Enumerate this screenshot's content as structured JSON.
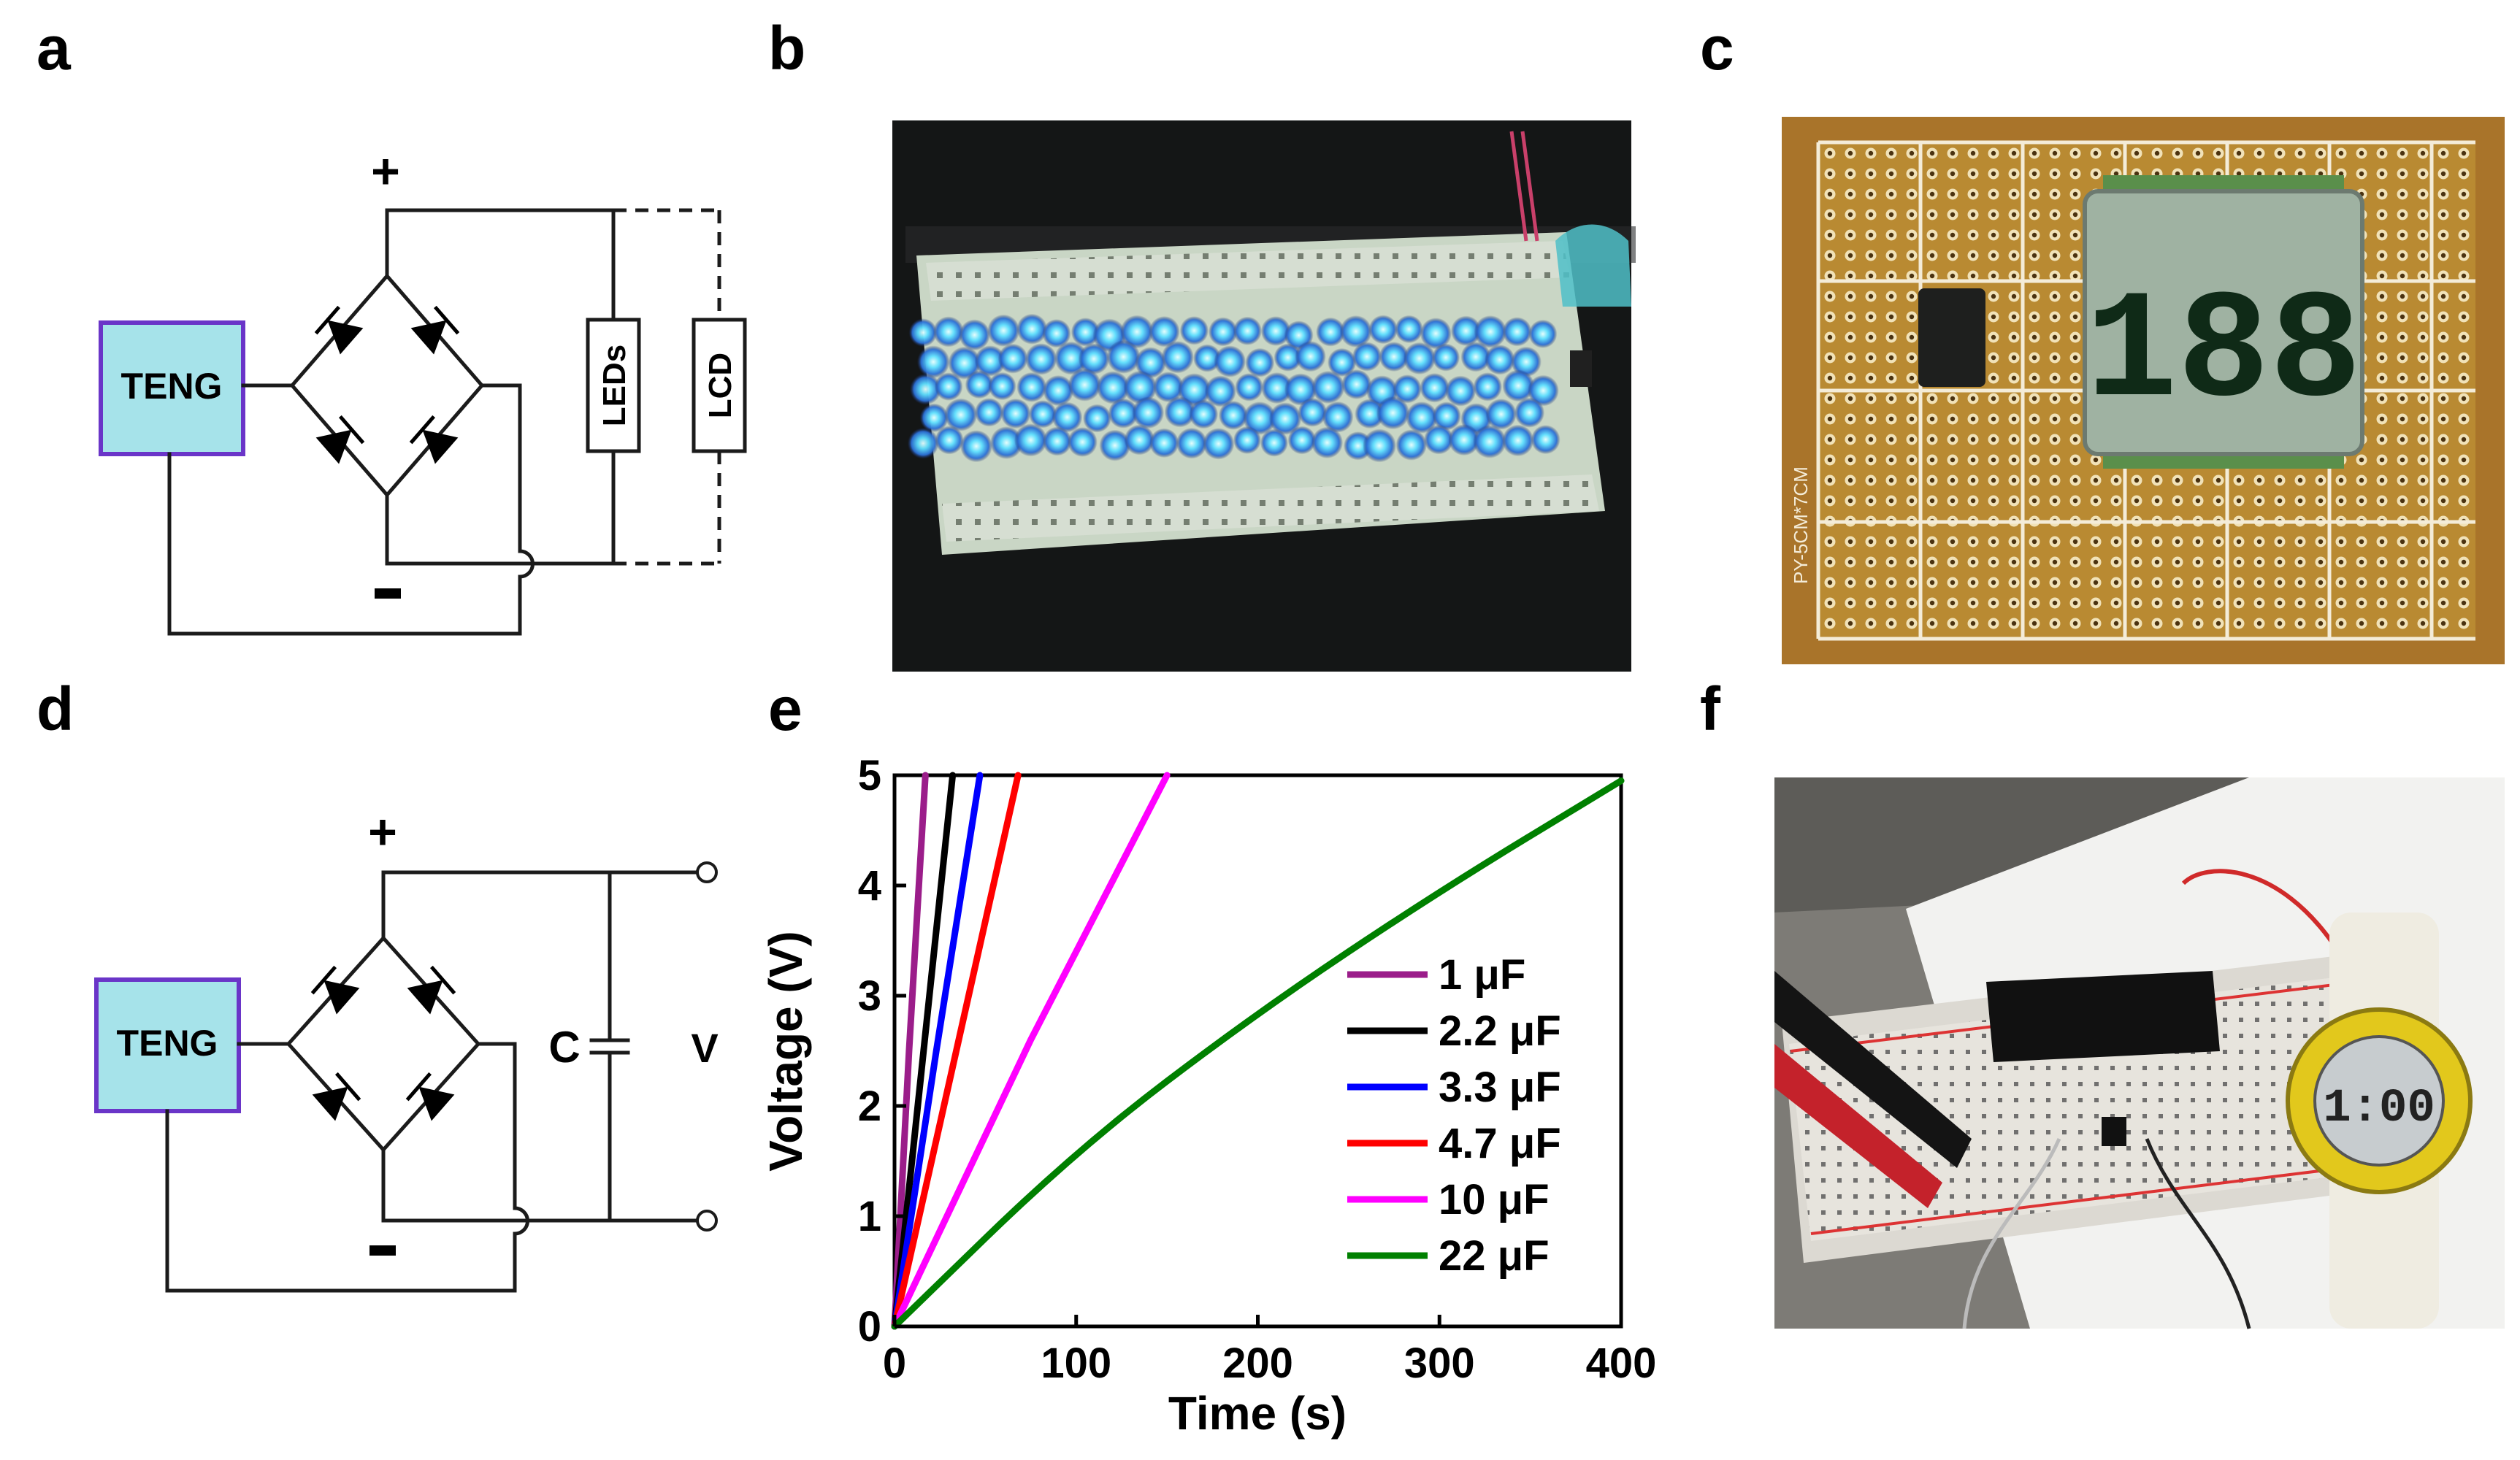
{
  "panels": {
    "a": {
      "label": "a",
      "teng": "TENG",
      "plus": "+",
      "minus": "-",
      "leds": "LEDs",
      "lcd": "LCD"
    },
    "b": {
      "label": "b"
    },
    "c": {
      "label": "c",
      "lcd_digits": "188",
      "board_mark": "PY-5CM*7CM"
    },
    "d": {
      "label": "d",
      "teng": "TENG",
      "plus": "+",
      "minus": "-",
      "cap": "C",
      "volt": "V"
    },
    "e": {
      "label": "e"
    },
    "f": {
      "label": "f",
      "watch_time": "1:00"
    }
  },
  "chart_data": {
    "type": "line",
    "title": "",
    "xlabel": "Time (s)",
    "ylabel": "Voltage (V)",
    "xlim": [
      0,
      400
    ],
    "ylim": [
      0,
      5
    ],
    "xticks": [
      0,
      100,
      200,
      300,
      400
    ],
    "yticks": [
      0,
      1,
      2,
      3,
      4,
      5
    ],
    "legend_position": "bottom-right",
    "series": [
      {
        "name": "1 μF",
        "color": "#9b1d8a",
        "x": [
          0,
          8,
          17
        ],
        "y": [
          0,
          2.5,
          5
        ]
      },
      {
        "name": "2.2 μF",
        "color": "#000000",
        "x": [
          0,
          16,
          32
        ],
        "y": [
          0,
          2.5,
          5
        ]
      },
      {
        "name": "3.3 μF",
        "color": "#0000ff",
        "x": [
          0,
          23,
          47
        ],
        "y": [
          0,
          2.5,
          5
        ]
      },
      {
        "name": "4.7 μF",
        "color": "#ff0000",
        "x": [
          0,
          34,
          68
        ],
        "y": [
          0,
          2.5,
          5
        ]
      },
      {
        "name": "10 μF",
        "color": "#ff00ff",
        "x": [
          0,
          75,
          150
        ],
        "y": [
          0,
          2.6,
          5
        ]
      },
      {
        "name": "22 μF",
        "color": "#008000",
        "x": [
          0,
          100,
          200,
          300,
          400
        ],
        "y": [
          0,
          1.6,
          2.85,
          3.95,
          4.95
        ]
      }
    ]
  }
}
